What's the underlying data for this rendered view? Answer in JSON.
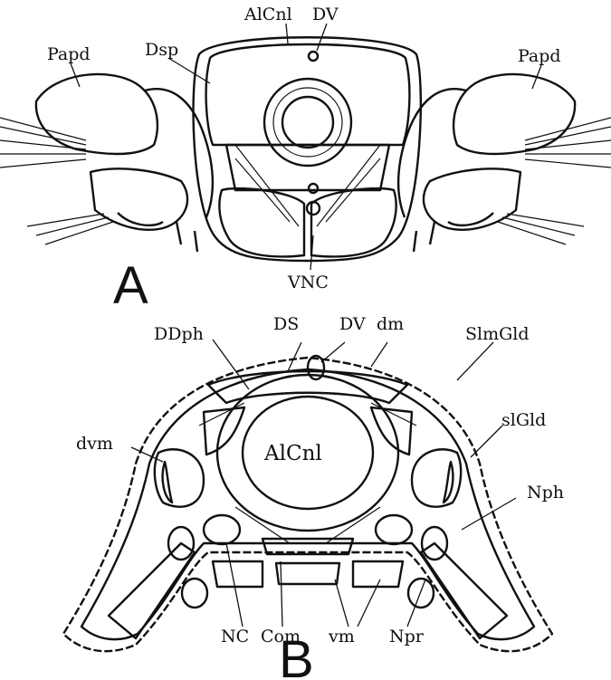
{
  "figure_a": {
    "panel_letter": "A",
    "labels": {
      "papd_left": "Papd",
      "dsp": "Dsp",
      "alcnl": "AlCnl",
      "dv": "DV",
      "papd_right": "Papd",
      "vnc": "VNC"
    }
  },
  "figure_b": {
    "panel_letter": "B",
    "labels": {
      "ddph": "DDph",
      "ds": "DS",
      "dv": "DV",
      "dm": "dm",
      "slmgld": "SlmGld",
      "slgld": "slGld",
      "dvm": "dvm",
      "alcnl": "AlCnl",
      "nph": "Nph",
      "nc": "NC",
      "com": "Com",
      "vm": "vm",
      "npr": "Npr"
    }
  },
  "colors": {
    "ink": "#111111",
    "paper": "#ffffff"
  }
}
